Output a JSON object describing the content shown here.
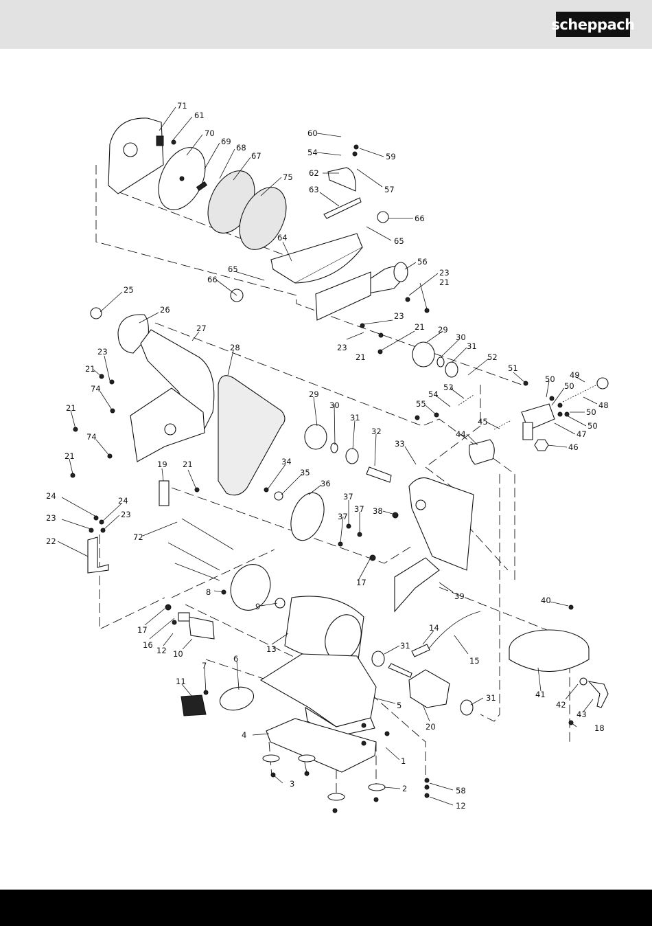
{
  "header": {
    "brand": "scheppach",
    "background": "#e2e2e2"
  },
  "footer": {
    "background": "#000000"
  },
  "diagram": {
    "labels": [
      {
        "id": "71",
        "text": "71"
      },
      {
        "id": "61",
        "text": "61"
      },
      {
        "id": "70",
        "text": "70"
      },
      {
        "id": "69",
        "text": "69"
      },
      {
        "id": "68",
        "text": "68"
      },
      {
        "id": "67",
        "text": "67"
      },
      {
        "id": "75",
        "text": "75"
      },
      {
        "id": "60",
        "text": "60"
      },
      {
        "id": "59",
        "text": "59"
      },
      {
        "id": "54a",
        "text": "54"
      },
      {
        "id": "62",
        "text": "62"
      },
      {
        "id": "57",
        "text": "57"
      },
      {
        "id": "63",
        "text": "63"
      },
      {
        "id": "66a",
        "text": "66"
      },
      {
        "id": "65a",
        "text": "65"
      },
      {
        "id": "64",
        "text": "64"
      },
      {
        "id": "56",
        "text": "56"
      },
      {
        "id": "65b",
        "text": "65"
      },
      {
        "id": "66b",
        "text": "66"
      },
      {
        "id": "23a",
        "text": "23"
      },
      {
        "id": "21a",
        "text": "21"
      },
      {
        "id": "25",
        "text": "25"
      },
      {
        "id": "26",
        "text": "26"
      },
      {
        "id": "27",
        "text": "27"
      },
      {
        "id": "28",
        "text": "28"
      },
      {
        "id": "23b",
        "text": "23"
      },
      {
        "id": "23c",
        "text": "23"
      },
      {
        "id": "21b",
        "text": "21"
      },
      {
        "id": "21c",
        "text": "21"
      },
      {
        "id": "29a",
        "text": "29"
      },
      {
        "id": "30a",
        "text": "30"
      },
      {
        "id": "31a",
        "text": "31"
      },
      {
        "id": "52",
        "text": "52"
      },
      {
        "id": "51",
        "text": "51"
      },
      {
        "id": "50a",
        "text": "50"
      },
      {
        "id": "49",
        "text": "49"
      },
      {
        "id": "50b",
        "text": "50"
      },
      {
        "id": "48",
        "text": "48"
      },
      {
        "id": "50c",
        "text": "50"
      },
      {
        "id": "50d",
        "text": "50"
      },
      {
        "id": "47",
        "text": "47"
      },
      {
        "id": "46",
        "text": "46"
      },
      {
        "id": "53",
        "text": "53"
      },
      {
        "id": "54b",
        "text": "54"
      },
      {
        "id": "55",
        "text": "55"
      },
      {
        "id": "45",
        "text": "45"
      },
      {
        "id": "44",
        "text": "44"
      },
      {
        "id": "23d",
        "text": "23"
      },
      {
        "id": "21d",
        "text": "21"
      },
      {
        "id": "74a",
        "text": "74"
      },
      {
        "id": "21e",
        "text": "21"
      },
      {
        "id": "74b",
        "text": "74"
      },
      {
        "id": "21f",
        "text": "21"
      },
      {
        "id": "29b",
        "text": "29"
      },
      {
        "id": "30b",
        "text": "30"
      },
      {
        "id": "31b",
        "text": "31"
      },
      {
        "id": "32",
        "text": "32"
      },
      {
        "id": "33",
        "text": "33"
      },
      {
        "id": "34",
        "text": "34"
      },
      {
        "id": "35",
        "text": "35"
      },
      {
        "id": "36",
        "text": "36"
      },
      {
        "id": "19",
        "text": "19"
      },
      {
        "id": "21g",
        "text": "21"
      },
      {
        "id": "37a",
        "text": "37"
      },
      {
        "id": "37b",
        "text": "37"
      },
      {
        "id": "37c",
        "text": "37"
      },
      {
        "id": "38",
        "text": "38"
      },
      {
        "id": "24a",
        "text": "24"
      },
      {
        "id": "24b",
        "text": "24"
      },
      {
        "id": "23e",
        "text": "23"
      },
      {
        "id": "23f",
        "text": "23"
      },
      {
        "id": "22",
        "text": "22"
      },
      {
        "id": "72",
        "text": "72"
      },
      {
        "id": "17a",
        "text": "17"
      },
      {
        "id": "8",
        "text": "8"
      },
      {
        "id": "39",
        "text": "39"
      },
      {
        "id": "9",
        "text": "9"
      },
      {
        "id": "40",
        "text": "40"
      },
      {
        "id": "17b",
        "text": "17"
      },
      {
        "id": "16",
        "text": "16"
      },
      {
        "id": "12a",
        "text": "12"
      },
      {
        "id": "10",
        "text": "10"
      },
      {
        "id": "13",
        "text": "13"
      },
      {
        "id": "31c",
        "text": "31"
      },
      {
        "id": "14",
        "text": "14"
      },
      {
        "id": "15",
        "text": "15"
      },
      {
        "id": "41",
        "text": "41"
      },
      {
        "id": "7",
        "text": "7"
      },
      {
        "id": "6",
        "text": "6"
      },
      {
        "id": "11",
        "text": "11"
      },
      {
        "id": "5",
        "text": "5"
      },
      {
        "id": "31d",
        "text": "31"
      },
      {
        "id": "42",
        "text": "42"
      },
      {
        "id": "20",
        "text": "20"
      },
      {
        "id": "43",
        "text": "43"
      },
      {
        "id": "18",
        "text": "18"
      },
      {
        "id": "4",
        "text": "4"
      },
      {
        "id": "1",
        "text": "1"
      },
      {
        "id": "3",
        "text": "3"
      },
      {
        "id": "2",
        "text": "2"
      },
      {
        "id": "58",
        "text": "58"
      },
      {
        "id": "12b",
        "text": "12"
      }
    ]
  }
}
